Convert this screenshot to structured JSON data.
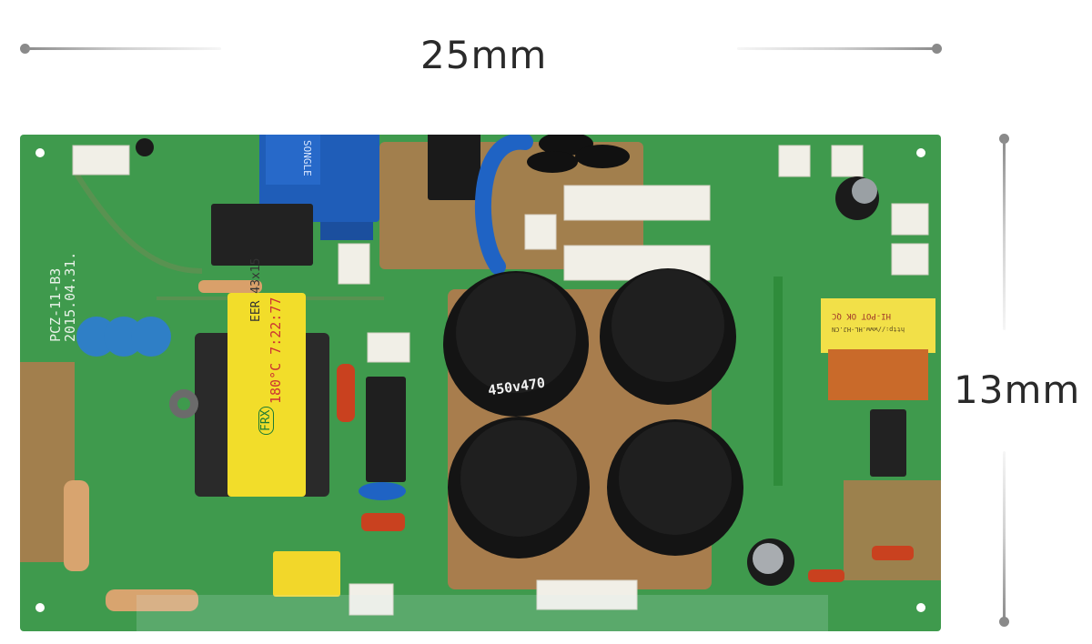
{
  "dimensions": {
    "width_label": "25mm",
    "height_label": "13mm"
  },
  "board": {
    "model_marking": "PCZ-11-B3",
    "date_marking": "2015.04.31.",
    "relay_brand": "SONGLE",
    "transformer_label_1": "EER 43x15",
    "transformer_label_2": "180°C 7:22:77",
    "transformer_brand": "FRX",
    "capacitor_rating": "450v470",
    "hipot_label": "HI-POT OK QC",
    "hipot_url": "http://www.HL-HJ.CN"
  },
  "colors": {
    "board_green": "#3f9a4d",
    "trace_copper": "#b47a4e",
    "capacitor_black": "#1b1b1b",
    "relay_blue": "#1f5db8",
    "transformer_yellow": "#f2dd2a"
  }
}
